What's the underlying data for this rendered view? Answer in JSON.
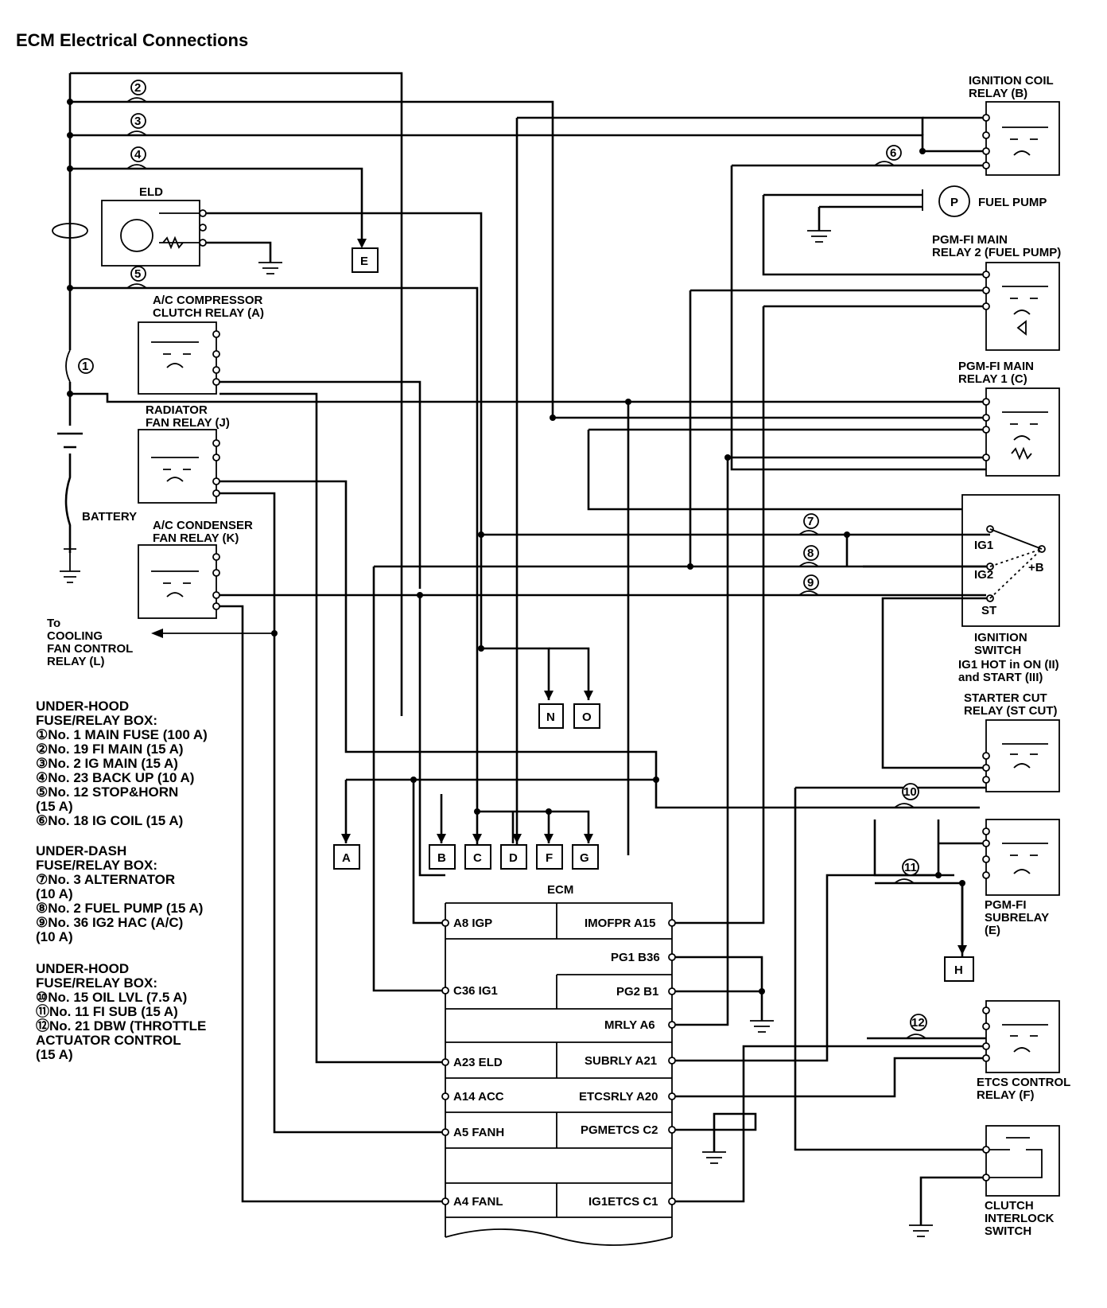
{
  "title": "ECM Electrical Connections",
  "fuse_numbers": [
    "2",
    "3",
    "4",
    "5",
    "1",
    "6",
    "7",
    "8",
    "9",
    "10",
    "11",
    "12"
  ],
  "components": {
    "eld": "ELD",
    "ac_compressor_relay": [
      "A/C COMPRESSOR",
      "CLUTCH RELAY (A)"
    ],
    "radiator_fan_relay": [
      "RADIATOR",
      "FAN RELAY (J)"
    ],
    "ac_condenser_relay": [
      "A/C CONDENSER",
      "FAN RELAY (K)"
    ],
    "battery": "BATTERY",
    "cooling_fan": [
      "To",
      "COOLING",
      "FAN CONTROL",
      "RELAY (L)"
    ],
    "ignition_coil_relay": [
      "IGNITION COIL",
      "RELAY (B)"
    ],
    "fuel_pump": "FUEL PUMP",
    "fuel_pump_symbol": "P",
    "pgm_fi_main_relay2": [
      "PGM-FI MAIN",
      "RELAY 2 (FUEL PUMP)"
    ],
    "pgm_fi_main_relay1": [
      "PGM-FI MAIN",
      "RELAY 1 (C)"
    ],
    "ignition_switch": [
      "IGNITION",
      "SWITCH"
    ],
    "ignition_switch_note": [
      "IG1 HOT in ON (II)",
      "and START (III)"
    ],
    "ignition_terminals": [
      "IG1",
      "IG2",
      "ST",
      "+B"
    ],
    "starter_cut_relay": [
      "STARTER CUT",
      "RELAY (ST CUT)"
    ],
    "pgm_fi_subrelay": [
      "PGM-FI",
      "SUBRELAY",
      "(E)"
    ],
    "etcs_control_relay": [
      "ETCS CONTROL",
      "RELAY (F)"
    ],
    "clutch_switch": [
      "CLUTCH",
      "INTERLOCK",
      "SWITCH"
    ],
    "ecm": "ECM"
  },
  "connector_letters": [
    "A",
    "B",
    "C",
    "D",
    "E",
    "F",
    "G",
    "H",
    "N",
    "O"
  ],
  "ecm_pins_left": [
    "A8 IGP",
    "C36 IG1",
    "A23 ELD",
    "A14 ACC",
    "A5 FANH",
    "A4 FANL"
  ],
  "ecm_pins_right": [
    "IMOFPR A15",
    "PG1 B36",
    "PG2 B1",
    "MRLY A6",
    "SUBRLY A21",
    "ETCSRLY A20",
    "PGMETCS C2",
    "IG1ETCS C1"
  ],
  "legend": {
    "underhood_header": [
      "UNDER-HOOD",
      "FUSE/RELAY BOX:"
    ],
    "underhood_items": [
      "①No. 1 MAIN FUSE (100 A)",
      "②No. 19 FI MAIN (15 A)",
      "③No. 2 IG MAIN (15 A)",
      "④No. 23 BACK UP (10 A)",
      "⑤No. 12 STOP&HORN",
      "(15 A)",
      "⑥No. 18 IG COIL (15 A)"
    ],
    "underdash_header": [
      "UNDER-DASH",
      "FUSE/RELAY BOX:"
    ],
    "underdash_items": [
      "⑦No. 3 ALTERNATOR",
      "(10 A)",
      "⑧No. 2 FUEL PUMP (15 A)",
      "⑨No. 36 IG2 HAC (A/C)",
      "(10 A)"
    ],
    "underhood2_header": [
      "UNDER-HOOD",
      "FUSE/RELAY BOX:"
    ],
    "underhood2_items": [
      "⑩No. 15 OIL LVL (7.5 A)",
      "⑪No. 11 FI SUB (15 A)",
      "⑫No. 21 DBW (THROTTLE",
      "ACTUATOR CONTROL",
      " (15 A)"
    ]
  }
}
